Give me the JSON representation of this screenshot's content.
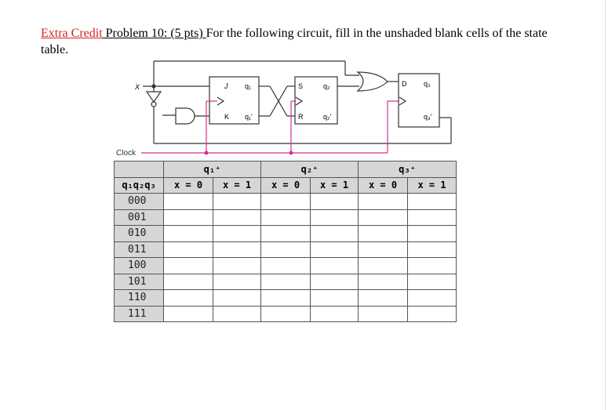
{
  "problem": {
    "title_highlight": "Extra Credit",
    "title_mid": " Problem 10:  ",
    "title_points": "(5 pts) ",
    "title_rest": " For the following circuit, fill in the unshaded blank cells of the state table."
  },
  "circuit": {
    "input_label": "X",
    "clock_label": "Clock",
    "ff1_j": "J",
    "ff1_k": "K",
    "ff1_q": "q₁",
    "ff1_qn": "q₁'",
    "ff2_s": "S",
    "ff2_r": "R",
    "ff2_q": "q₂",
    "ff2_qn": "q₂'",
    "ff3_d": "D",
    "ff3_q": "q₃",
    "ff3_qn": "q₃'"
  },
  "table": {
    "groups": [
      "q₁⁺",
      "q₂⁺",
      "q₃⁺"
    ],
    "state_header": "q₁q₂q₃",
    "subheaders": [
      "x = 0",
      "x = 1",
      "x = 0",
      "x = 1",
      "x = 0",
      "x = 1"
    ],
    "states": [
      "000",
      "001",
      "010",
      "011",
      "100",
      "101",
      "110",
      "111"
    ]
  },
  "colors": {
    "highlight": "#d42020",
    "clock_wire": "#d6308a",
    "table_shade": "#d6d6d6"
  }
}
